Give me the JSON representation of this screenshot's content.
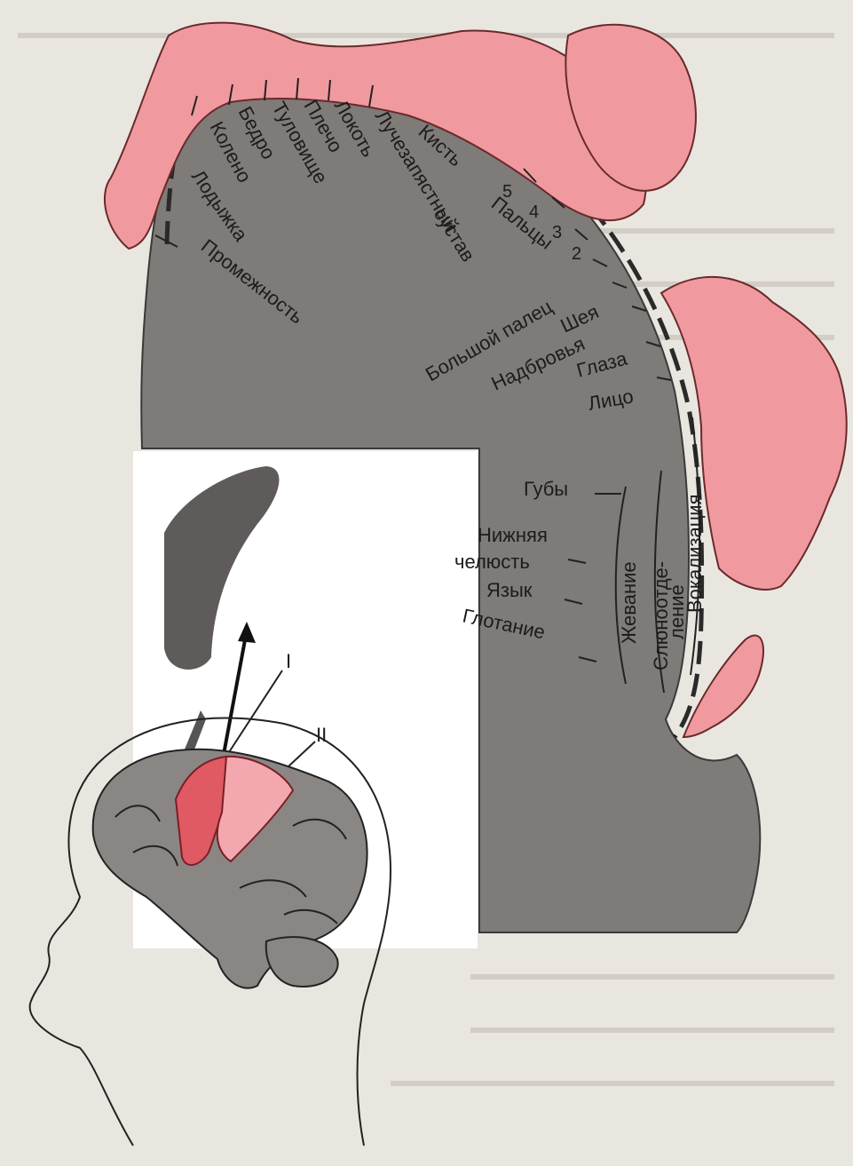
{
  "homunculus": {
    "labels": [
      "Колено",
      "Лодыжка",
      "Бедро",
      "Туловище",
      "Плечо",
      "Локоть",
      "Кисть",
      "Лучезапястный",
      "сустав",
      "Промежность",
      "Пальцы",
      "Большой палец",
      "Шея",
      "Надбровья",
      "Глаза",
      "Лицо",
      "Губы",
      "Нижняя",
      "челюсть",
      "Язык",
      "Глотание",
      "Жевание",
      "Слюноотде-",
      "ление",
      "Вокализация"
    ],
    "finger_numbers": [
      "5",
      "4",
      "3",
      "2"
    ]
  },
  "inset": {
    "markers": [
      "I",
      "II"
    ]
  },
  "colors": {
    "cortex": "#7e7b79",
    "body": "#f09aa0",
    "background": "#e9e6e0"
  }
}
